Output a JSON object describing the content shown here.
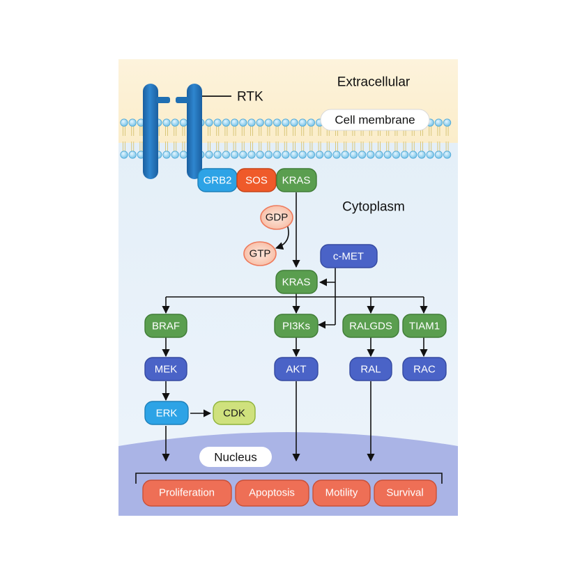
{
  "regions": {
    "extracellular": "Extracellular",
    "cell_membrane": "Cell membrane",
    "cytoplasm": "Cytoplasm",
    "nucleus": "Nucleus"
  },
  "receptor": {
    "label": "RTK"
  },
  "nodes": {
    "grb2": "GRB2",
    "sos": "SOS",
    "kras_top": "KRAS",
    "gdp": "GDP",
    "gtp": "GTP",
    "cmet": "c-MET",
    "kras": "KRAS",
    "braf": "BRAF",
    "pi3ks": "PI3Ks",
    "ralgds": "RALGDS",
    "tiam1": "TIAM1",
    "mek": "MEK",
    "akt": "AKT",
    "ral": "RAL",
    "rac": "RAC",
    "erk": "ERK",
    "cdk": "CDK"
  },
  "outcomes": [
    "Proliferation",
    "Apoptosis",
    "Motility",
    "Survival"
  ],
  "colors": {
    "green": "#5a9e4f",
    "blue_dark": "#4a63c7",
    "blue_light": "#2da3e6",
    "orange_red": "#ef5a2a",
    "salmon": "#ee6f56",
    "lime": "#cfe17d",
    "receptor": "#1f6fb3",
    "membrane_bead": "#8fd0f0"
  }
}
